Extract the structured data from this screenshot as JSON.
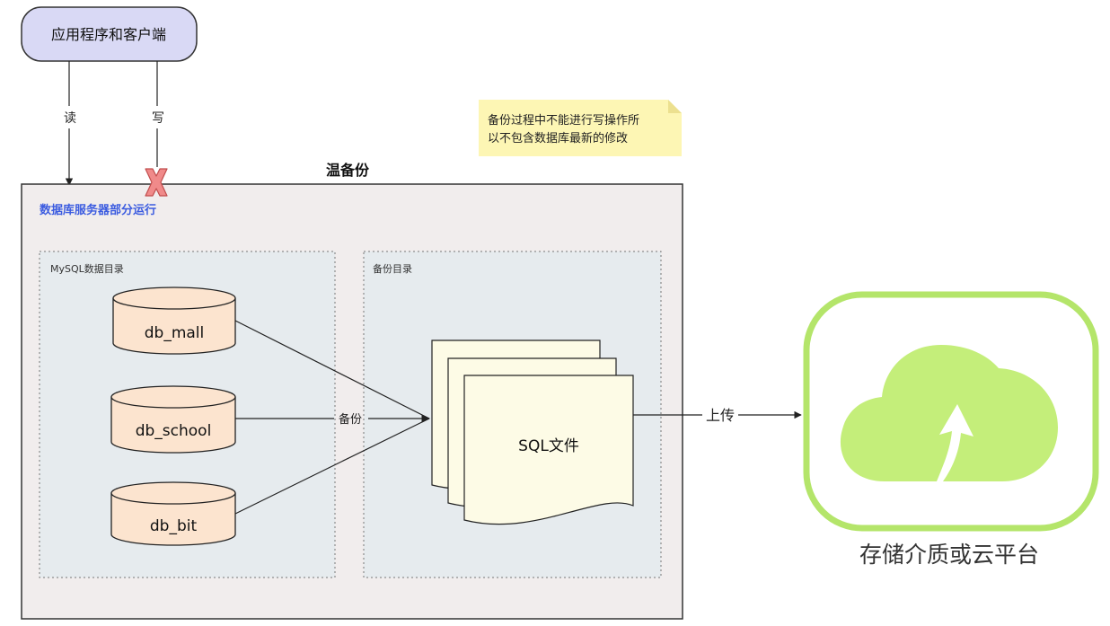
{
  "client": {
    "label": "应用程序和客户端"
  },
  "edges": {
    "read_label": "读",
    "write_label": "写",
    "backup_label": "备份",
    "upload_label": "上传"
  },
  "title": "温备份",
  "note": {
    "line1": "备份过程中不能进行写操作所",
    "line2": "以不包含数据库最新的修改"
  },
  "server": {
    "label": "数据库服务器部分运行"
  },
  "mysql_dir": {
    "label": "MySQL数据目录",
    "databases": [
      "db_mall",
      "db_school",
      "db_bit"
    ]
  },
  "backup_dir": {
    "label": "备份目录",
    "file_label": "SQL文件"
  },
  "cloud": {
    "label": "存储介质或云平台"
  },
  "colors": {
    "client_fill": "#d9d9f5",
    "client_stroke": "#333333",
    "server_fill": "#f1eded",
    "dir_fill": "#e6ebee",
    "cylinder_fill": "#fce4cf",
    "doc_fill": "#fdfbe6",
    "note_fill": "#fdf6b4",
    "cross": "#f08a8a",
    "server_label": "#3c5ce0",
    "cloud_green": "#c4ee7a",
    "cloud_border": "#a9e05a"
  }
}
